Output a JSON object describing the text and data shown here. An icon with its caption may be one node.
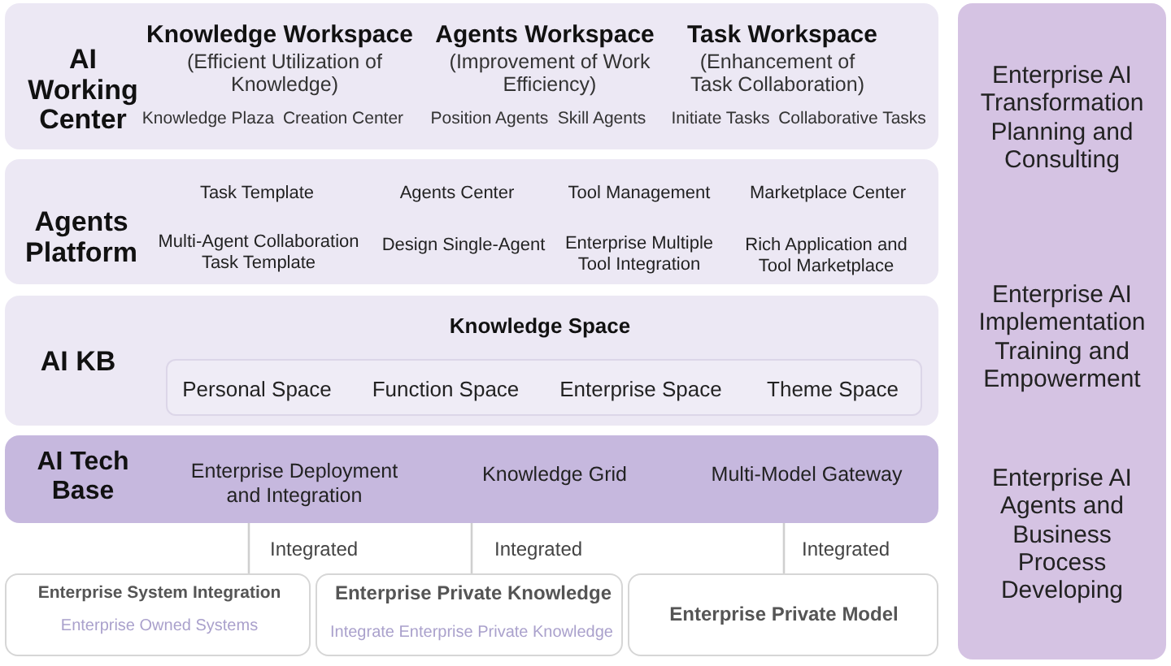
{
  "diagram": {
    "nodes": [
      {
        "text": [
          "AI Working Center",
          "Knowledge Workspace",
          "(Efficient Utilization of Knowledge)",
          "Knowledge Plaza",
          "Creation Center",
          "Agents Workspace",
          "(Improvement of Work Efficiency)",
          "Position Agents",
          "Skill Agents",
          "Task Workspace",
          "(Enhancement of Task Collaboration)",
          "Initiate Tasks",
          "Collaborative Tasks"
        ]
      },
      {
        "text": [
          "Agents Platform",
          "Task Template",
          "Multi-Agent Collaboration Task Template",
          "Agents Center",
          "Design Single-Agent",
          "Tool Management",
          "Enterprise Multiple Tool Integration",
          "Marketplace Center",
          "Rich Application and Tool Marketplace"
        ]
      },
      {
        "text": [
          "AI KB"
        ]
      },
      {
        "text": [
          "Knowledge Space",
          "Personal Space",
          "Function Space",
          "Enterprise Space",
          "Theme Space"
        ],
        "in": 2
      },
      {
        "text": [
          "AI Tech Base",
          "Enterprise Deployment and Integration",
          "Knowledge Grid",
          "Multi-Model Gateway"
        ]
      },
      {
        "text": [
          "Enterprise System Integration",
          "Enterprise Owned Systems"
        ]
      },
      {
        "text": [
          "Enterprise Private Knowledge",
          "Integrate Enterprise Private Knowledge"
        ]
      },
      {
        "text": [
          "Enterprise Private Model"
        ]
      },
      {
        "text": [
          "Enterprise AI Transformation Planning and Consulting",
          "Enterprise AI Implementation Training and Empowerment",
          "Enterprise AI Agents and Business Process Developing"
        ]
      }
    ],
    "edges": [
      {
        "from": 5,
        "to": 4,
        "arrow": "none",
        "label": "Integrated"
      },
      {
        "from": 6,
        "to": 4,
        "arrow": "none",
        "label": "Integrated"
      },
      {
        "from": 7,
        "to": 4,
        "arrow": "none",
        "label": "Integrated"
      }
    ]
  }
}
